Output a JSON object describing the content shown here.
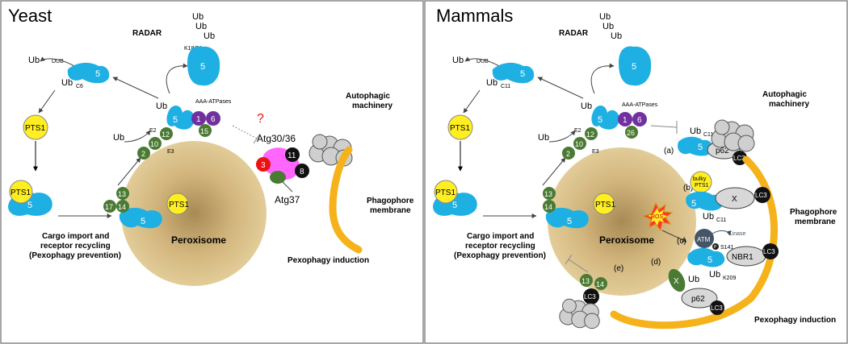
{
  "colors": {
    "pex5": "#1fb0e3",
    "pex_green": "#4a7a33",
    "aaa": "#7030a0",
    "pts1": "#ffee22",
    "peroxisome": "#d8bd86",
    "phagophore": "#f5b21a",
    "atg": "#ff66ff",
    "red": "#ee1111"
  },
  "yeast": {
    "title": "Yeast",
    "radar": "RADAR",
    "ub": "Ub",
    "dub": "DUB",
    "ub_site_c6": "C6",
    "k_sites": "K18/24",
    "pex5": "5",
    "pts1": "PTS1",
    "e2": "E2",
    "e3": "E3",
    "pex12": "12",
    "pex10": "10",
    "pex2": "2",
    "pex13": "13",
    "pex14": "14",
    "pex17": "17",
    "pex1": "1",
    "pex6": "6",
    "pex15": "15",
    "aaa": "AAA-ATPases",
    "question": "?",
    "atg30": "Atg30/36",
    "atg37": "Atg37",
    "pex3": "3",
    "pex11": "11",
    "atg8": "8",
    "auto_line1": "Autophagic",
    "auto_line2": "machinery",
    "phago_line1": "Phagophore",
    "phago_line2": "membrane",
    "peroxisome": "Peroxisome",
    "cargo_line1": "Cargo import and",
    "cargo_line2": "receptor recycling",
    "cargo_line3": "(Pexophagy prevention)",
    "pexophagy": "Pexophagy induction"
  },
  "mammals": {
    "title": "Mammals",
    "radar": "RADAR",
    "ub": "Ub",
    "dub": "DUB",
    "c11": "C11",
    "k209": "K209",
    "s141": "S141",
    "pex5": "5",
    "pts1": "PTS1",
    "e2": "E2",
    "e3": "E3",
    "pex12": "12",
    "pex10": "10",
    "pex2": "2",
    "pex13": "13",
    "pex14": "14",
    "pex1": "1",
    "pex6": "6",
    "pex26": "26",
    "aaa": "AAA-ATPases",
    "p62": "p62",
    "lc3": "LC3",
    "x": "X",
    "nbr1": "NBR1",
    "atm": "ATM",
    "p_mark": "P",
    "kinase": "Kinase",
    "ros": "ROS",
    "bulky_line1": "bulky",
    "bulky_line2": "PTS1",
    "label_a": "(a)",
    "label_b": "(b)",
    "label_c": "(c)",
    "label_d": "(d)",
    "label_e": "(e)",
    "auto_line1": "Autophagic",
    "auto_line2": "machinery",
    "phago_line1": "Phagophore",
    "phago_line2": "membrane",
    "peroxisome": "Peroxisome",
    "cargo_line1": "Cargo import and",
    "cargo_line2": "receptor recycling",
    "cargo_line3": "(Pexophagy prevention)",
    "pexophagy": "Pexophagy induction"
  }
}
